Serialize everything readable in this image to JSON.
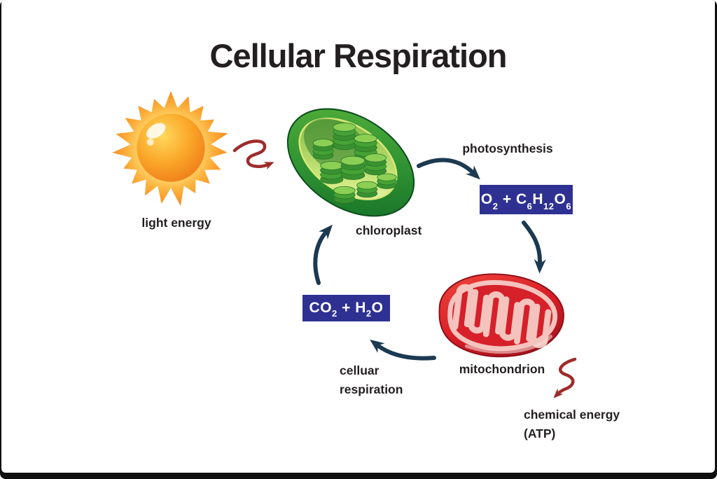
{
  "title": "Cellular Respiration",
  "colors": {
    "box_bg": "#2e3192",
    "arrow_navy": "#1b3a52",
    "arrow_red": "#9e2b2b",
    "text": "#231f20",
    "box_text": "#ffffff"
  },
  "labels": {
    "light_energy": "light energy",
    "chloroplast": "chloroplast",
    "photosynthesis": "photosynthesis",
    "mitochondrion": "mitochondrion",
    "chemical_energy": "chemical energy",
    "atp": "(ATP)",
    "cellular_respiration_line1": "celluar",
    "cellular_respiration_line2": "respiration"
  },
  "formulas": {
    "photosynthesis_output": {
      "parts": [
        "O",
        "2",
        " + ",
        "C",
        "6",
        "H",
        "12",
        "O",
        "6"
      ]
    },
    "respiration_output": {
      "parts": [
        "CO",
        "2",
        " + ",
        "H",
        "2",
        "O"
      ]
    }
  }
}
